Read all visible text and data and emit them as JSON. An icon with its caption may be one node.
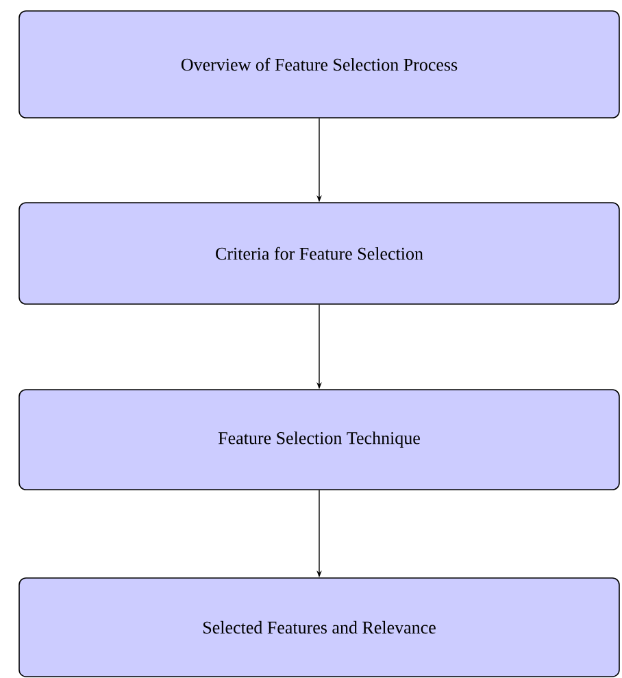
{
  "diagram": {
    "nodes": [
      {
        "text": [
          "Overview of Feature Selection Process"
        ]
      },
      {
        "text": [
          "Criteria for Feature Selection"
        ]
      },
      {
        "text": [
          "Feature Selection Technique"
        ]
      },
      {
        "text": [
          "Selected Features and Relevance"
        ]
      }
    ],
    "edges": [
      {
        "from": 0,
        "to": 1,
        "arrow": "to"
      },
      {
        "from": 1,
        "to": 2,
        "arrow": "to"
      },
      {
        "from": 2,
        "to": 3,
        "arrow": "to"
      }
    ]
  }
}
